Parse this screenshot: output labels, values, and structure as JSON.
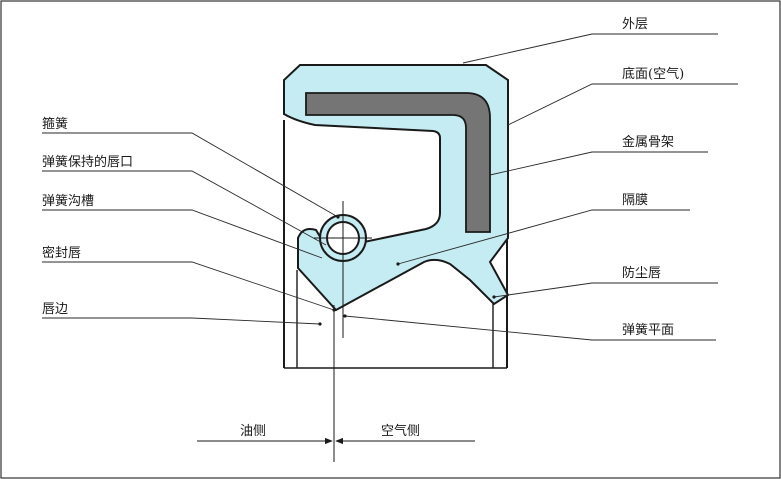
{
  "colors": {
    "seal_fill": "#c4ecf2",
    "insert_fill": "#757575",
    "outline": "#1a1a1a",
    "background": "#ffffff"
  },
  "labels": {
    "garter_spring": "箍簧",
    "spring_retaining_lip": "弹簧保持的唇口",
    "spring_groove": "弹簧沟槽",
    "sealing_lip": "密封唇",
    "lip_edge": "唇边",
    "outer_layer": "外层",
    "bottom_face": "底面(空气)",
    "metal_insert": "金属骨架",
    "diaphragm": "隔膜",
    "dust_lip": "防尘唇",
    "spring_plane": "弹簧平面",
    "oil_side": "油侧",
    "air_side": "空气侧"
  }
}
